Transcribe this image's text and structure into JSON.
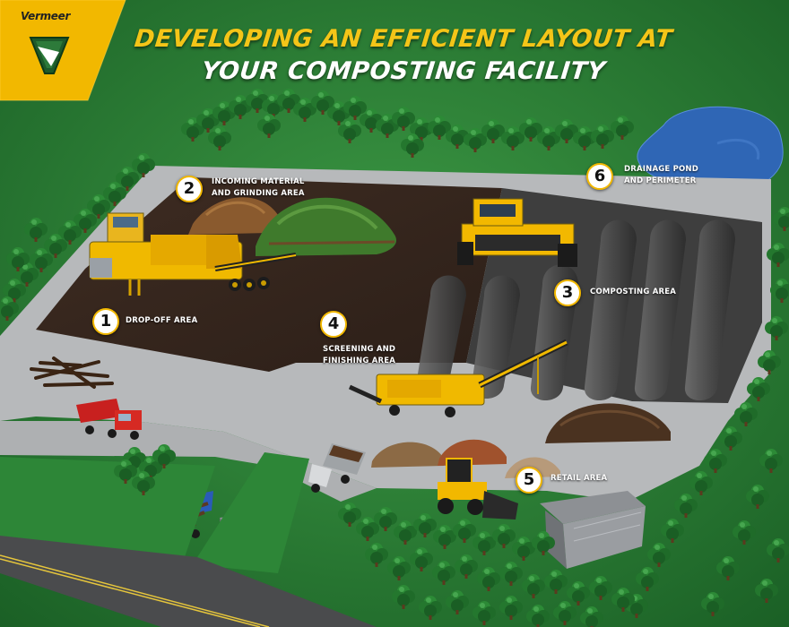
{
  "brand": {
    "name": "Vermeer"
  },
  "title": {
    "line1": "DEVELOPING AN EFFICIENT LAYOUT AT",
    "line2": "YOUR COMPOSTING FACILITY"
  },
  "areas": [
    {
      "number": "1",
      "label": "DROP-OFF AREA"
    },
    {
      "number": "2",
      "label_line1": "INCOMING MATERIAL",
      "label_line2": "AND GRINDING AREA"
    },
    {
      "number": "3",
      "label": "COMPOSTING AREA"
    },
    {
      "number": "4",
      "label_line1": "SCREENING AND",
      "label_line2": "FINISHING AREA"
    },
    {
      "number": "5",
      "label": "RETAIL AREA"
    },
    {
      "number": "6",
      "label_line1": "DRAINAGE POND",
      "label_line2": "AND PERIMETER"
    }
  ],
  "colors": {
    "title_yellow": "#f4c518",
    "brand_yellow": "#f2b800",
    "grass": "#2f8a3a",
    "pad": "#b7b9bb",
    "compost_floor": "#3b2a20",
    "composting_floor": "#4a4a4a",
    "pond": "#2f66b5"
  },
  "icons": [
    "vermeer-logo-icon",
    "tree-icon",
    "grinder-icon",
    "compost-turner-icon",
    "trommel-screen-icon",
    "wheel-loader-icon",
    "dump-truck-icon",
    "log-truck-icon",
    "building-icon"
  ]
}
